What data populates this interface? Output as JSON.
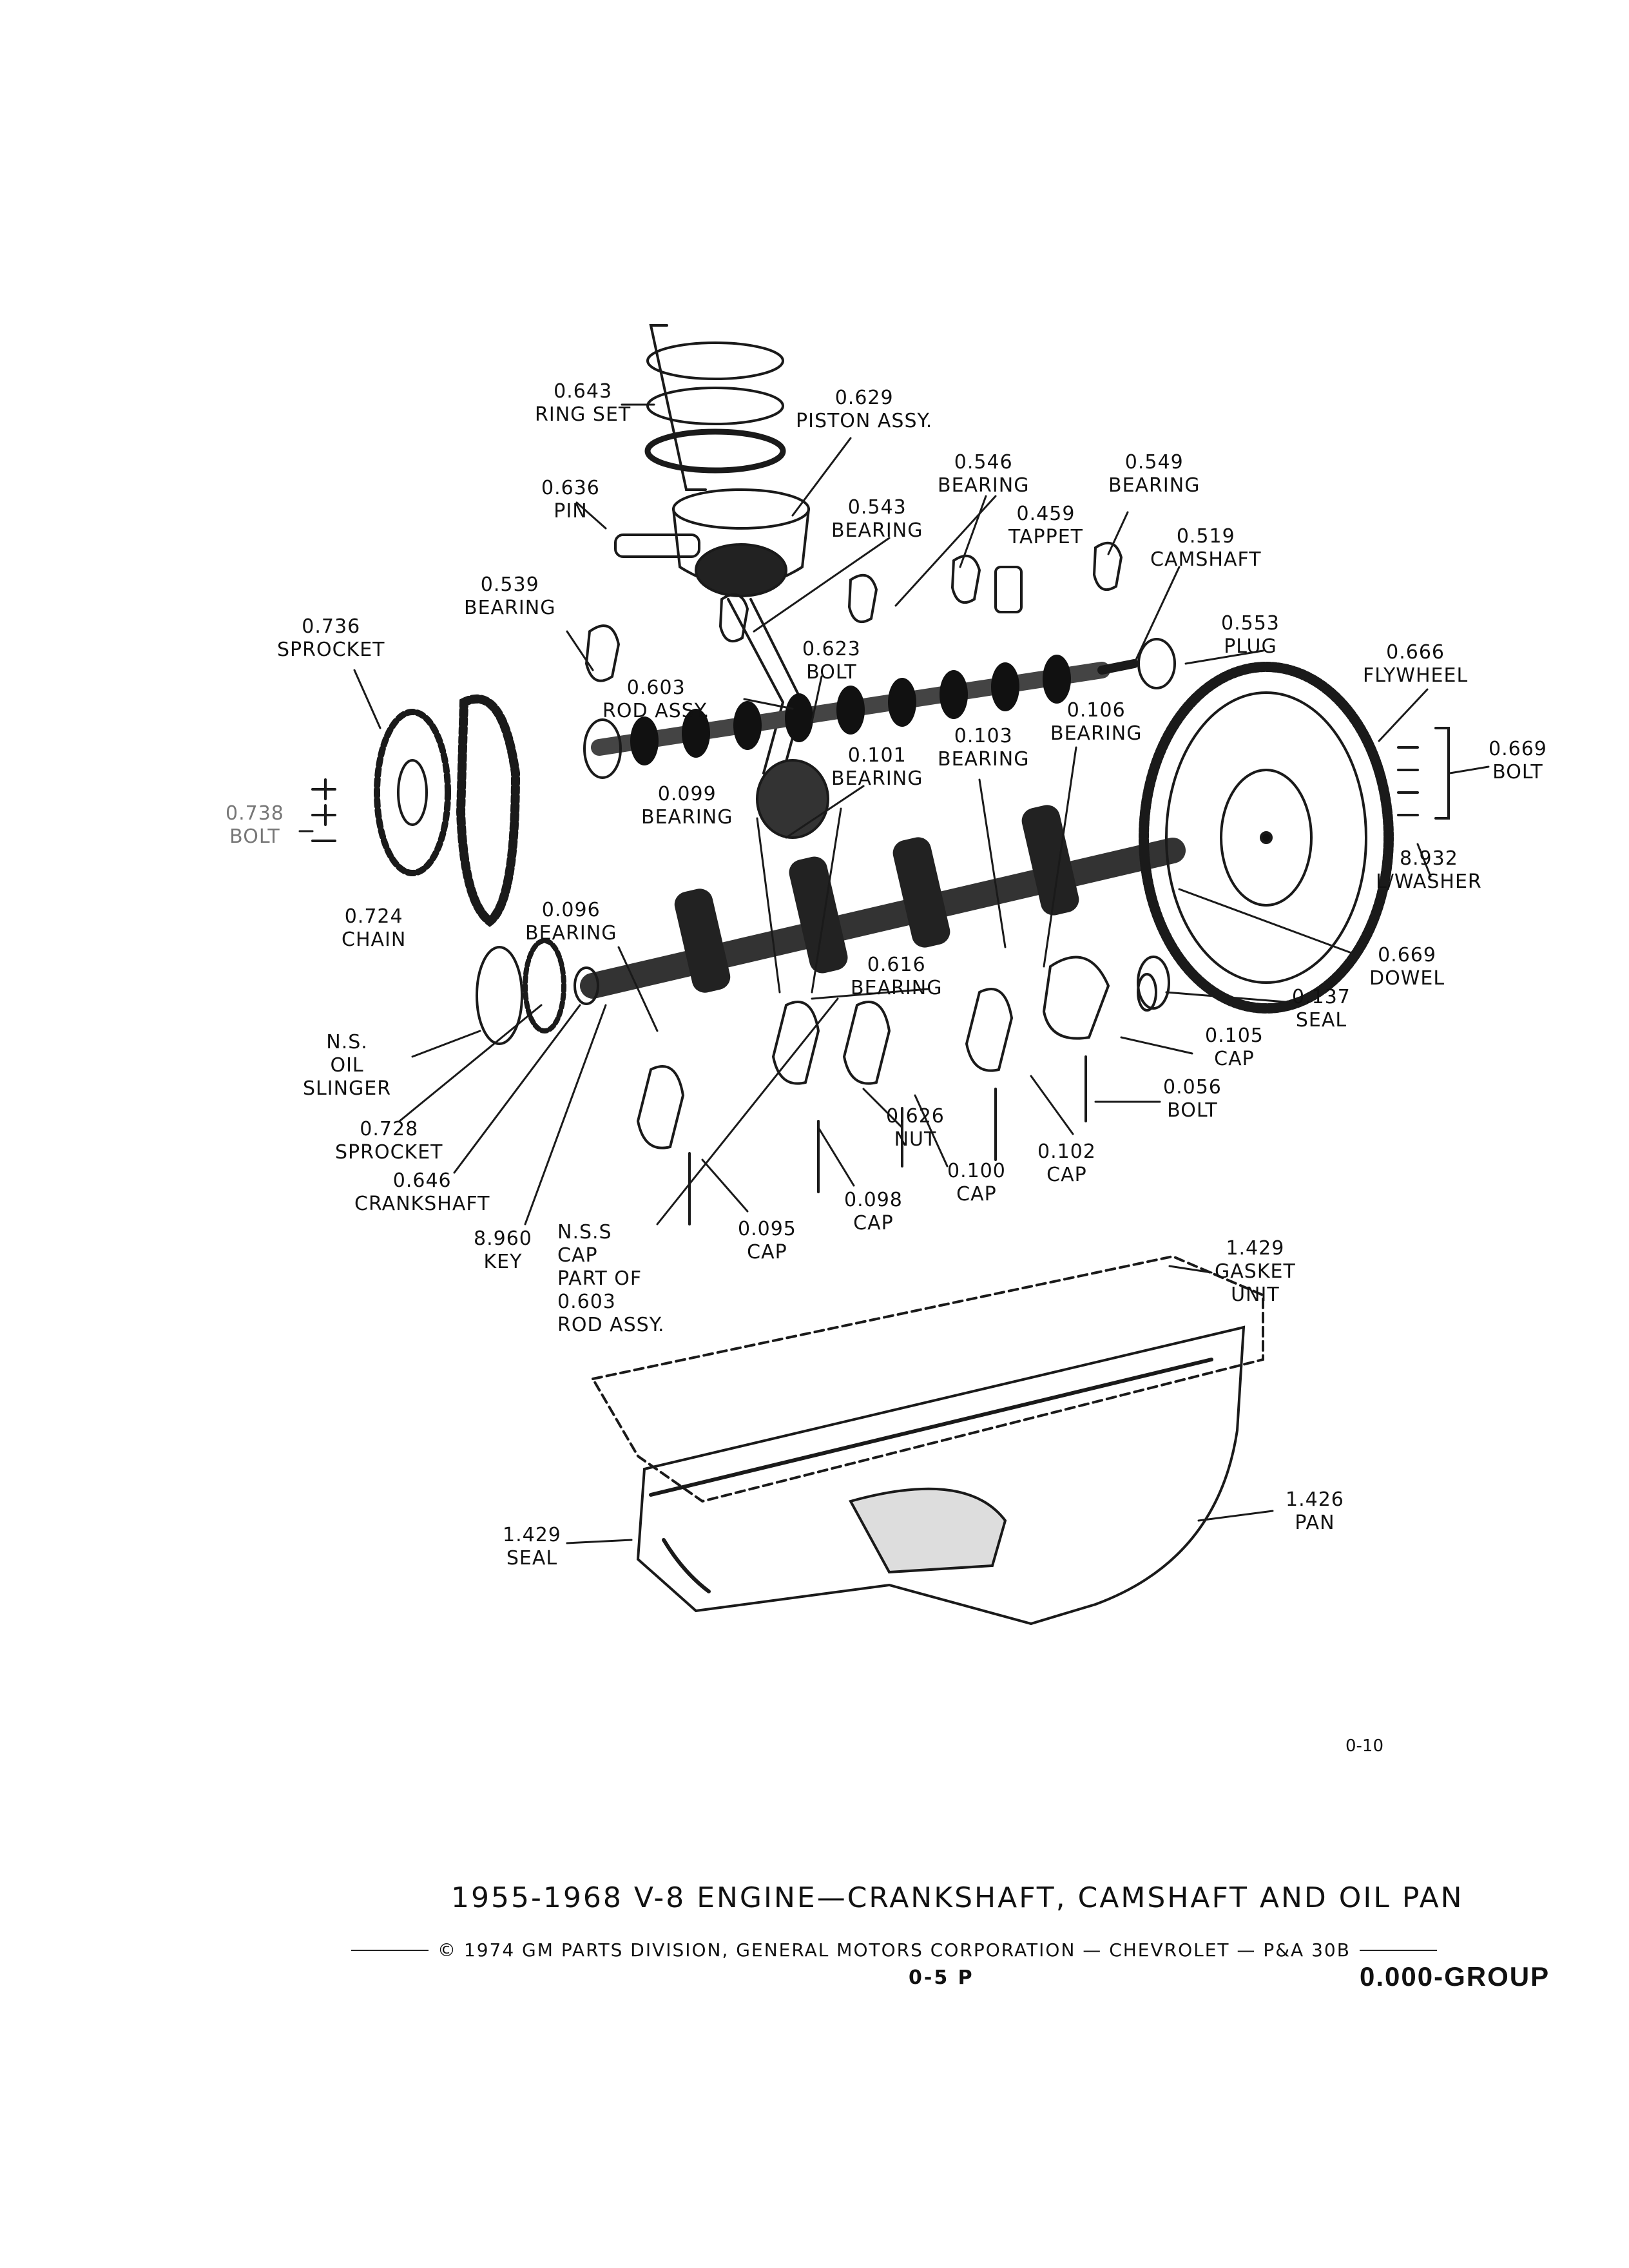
{
  "figure_ref": "0-10",
  "labels": {
    "ring_set": [
      "0.643",
      "RING SET"
    ],
    "piston_assy": [
      "0.629",
      "PISTON ASSY."
    ],
    "pin": [
      "0.636",
      "PIN"
    ],
    "bearing_546": [
      "0.546",
      "BEARING"
    ],
    "bearing_549": [
      "0.549",
      "BEARING"
    ],
    "bearing_543": [
      "0.543",
      "BEARING"
    ],
    "tappet": [
      "0.459",
      "TAPPET"
    ],
    "camshaft": [
      "0.519",
      "CAMSHAFT"
    ],
    "bearing_539": [
      "0.539",
      "BEARING"
    ],
    "sprocket_736": [
      "0.736",
      "SPROCKET"
    ],
    "bolt_623": [
      "0.623",
      "BOLT"
    ],
    "plug": [
      "0.553",
      "PLUG"
    ],
    "flywheel": [
      "0.666",
      "FLYWHEEL"
    ],
    "rod_assy": [
      "0.603",
      "ROD ASSY."
    ],
    "bearing_106": [
      "0.106",
      "BEARING"
    ],
    "bearing_103": [
      "0.103",
      "BEARING"
    ],
    "bolt_669": [
      "0.669",
      "BOLT"
    ],
    "bearing_101": [
      "0.101",
      "BEARING"
    ],
    "bearing_099": [
      "0.099",
      "BEARING"
    ],
    "bolt_738": [
      "0.738",
      "BOLT"
    ],
    "lwasher": [
      "8.932",
      "L/WASHER"
    ],
    "chain": [
      "0.724",
      "CHAIN"
    ],
    "bearing_096": [
      "0.096",
      "BEARING"
    ],
    "dowel": [
      "0.669",
      "DOWEL"
    ],
    "bearing_616": [
      "0.616",
      "BEARING"
    ],
    "seal_137": [
      "0.137",
      "SEAL"
    ],
    "oil_slinger": [
      "N.S.",
      "OIL",
      "SLINGER"
    ],
    "cap_105": [
      "0.105",
      "CAP"
    ],
    "bolt_056": [
      "0.056",
      "BOLT"
    ],
    "sprocket_728": [
      "0.728",
      "SPROCKET"
    ],
    "nut": [
      "0.626",
      "NUT"
    ],
    "cap_102": [
      "0.102",
      "CAP"
    ],
    "crankshaft": [
      "0.646",
      "CRANKSHAFT"
    ],
    "cap_100": [
      "0.100",
      "CAP"
    ],
    "cap_098": [
      "0.098",
      "CAP"
    ],
    "key": [
      "8.960",
      "KEY"
    ],
    "cap_095": [
      "0.095",
      "CAP"
    ],
    "nss_cap": [
      "N.S.S",
      "CAP",
      "PART OF",
      "0.603",
      "ROD ASSY."
    ],
    "gasket_unit": [
      "1.429",
      "GASKET",
      "UNIT"
    ],
    "pan": [
      "1.426",
      "PAN"
    ],
    "seal_1429": [
      "1.429",
      "SEAL"
    ]
  },
  "footer": {
    "title": "1955-1968 V-8 ENGINE—CRANKSHAFT, CAMSHAFT AND OIL PAN",
    "copyright": "© 1974 GM PARTS DIVISION, GENERAL MOTORS CORPORATION — CHEVROLET — P&A 30B",
    "page": "0-5 P",
    "group": "0.000-GROUP"
  }
}
